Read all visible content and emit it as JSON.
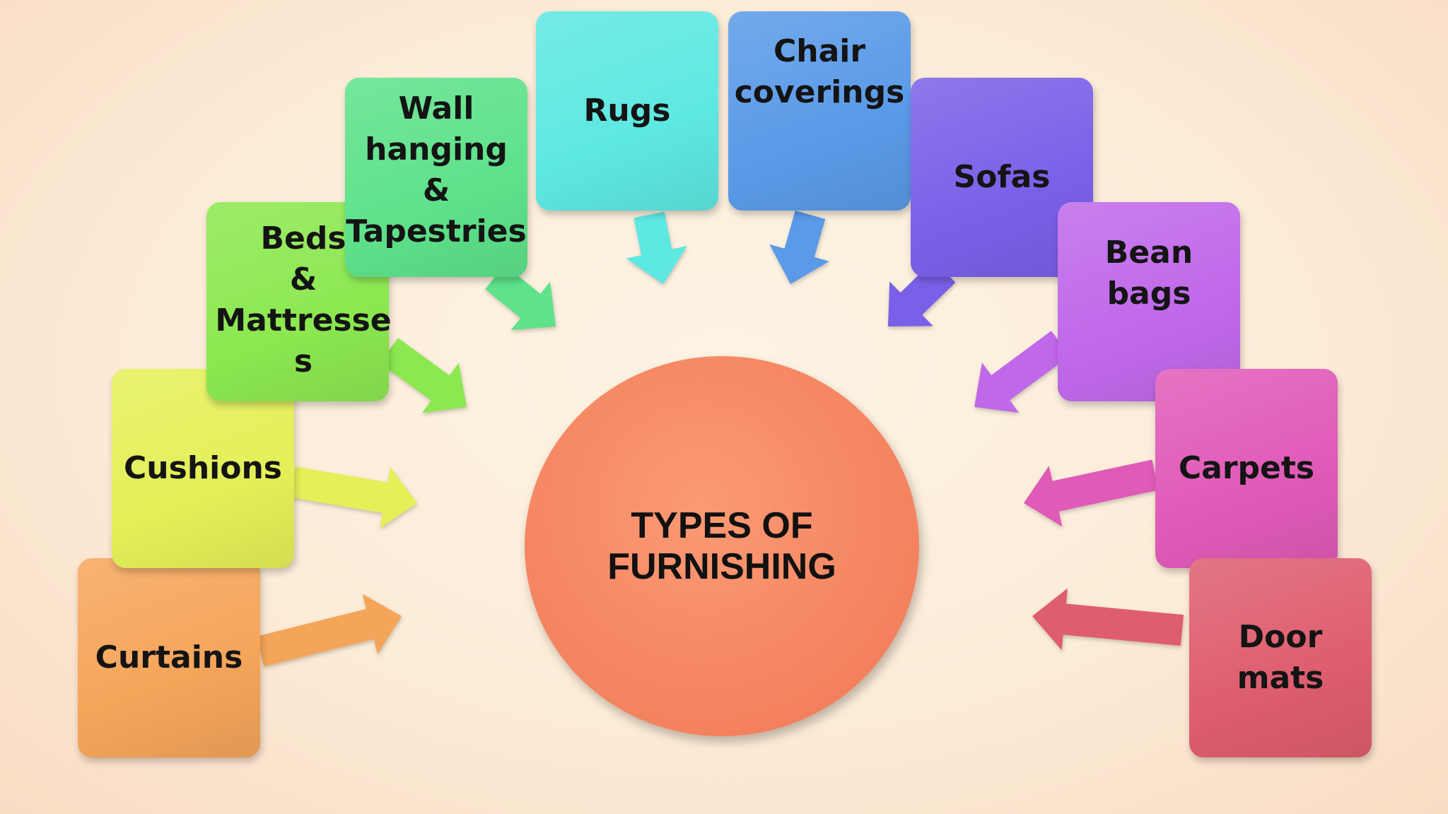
{
  "center": {
    "title": "TYPES OF\nFURNISHING",
    "color": "#f4825e"
  },
  "nodes": [
    {
      "label": "Curtains",
      "color": "#f5a55a"
    },
    {
      "label": "Cushions",
      "color": "#e4f058"
    },
    {
      "label": "Beds\n&\nMattresse\ns",
      "color": "#8ce850"
    },
    {
      "label": "Wall\nhanging\n&\nTapestries",
      "color": "#5ee28a"
    },
    {
      "label": "Rugs",
      "color": "#5ee8e2"
    },
    {
      "label": "Chair\ncoverings",
      "color": "#5a9ae8"
    },
    {
      "label": "Sofas",
      "color": "#7a60e8"
    },
    {
      "label": "Bean\nbags",
      "color": "#c068ea"
    },
    {
      "label": "Carpets",
      "color": "#e05ab8"
    },
    {
      "label": "Door\nmats",
      "color": "#de5e6e"
    }
  ]
}
